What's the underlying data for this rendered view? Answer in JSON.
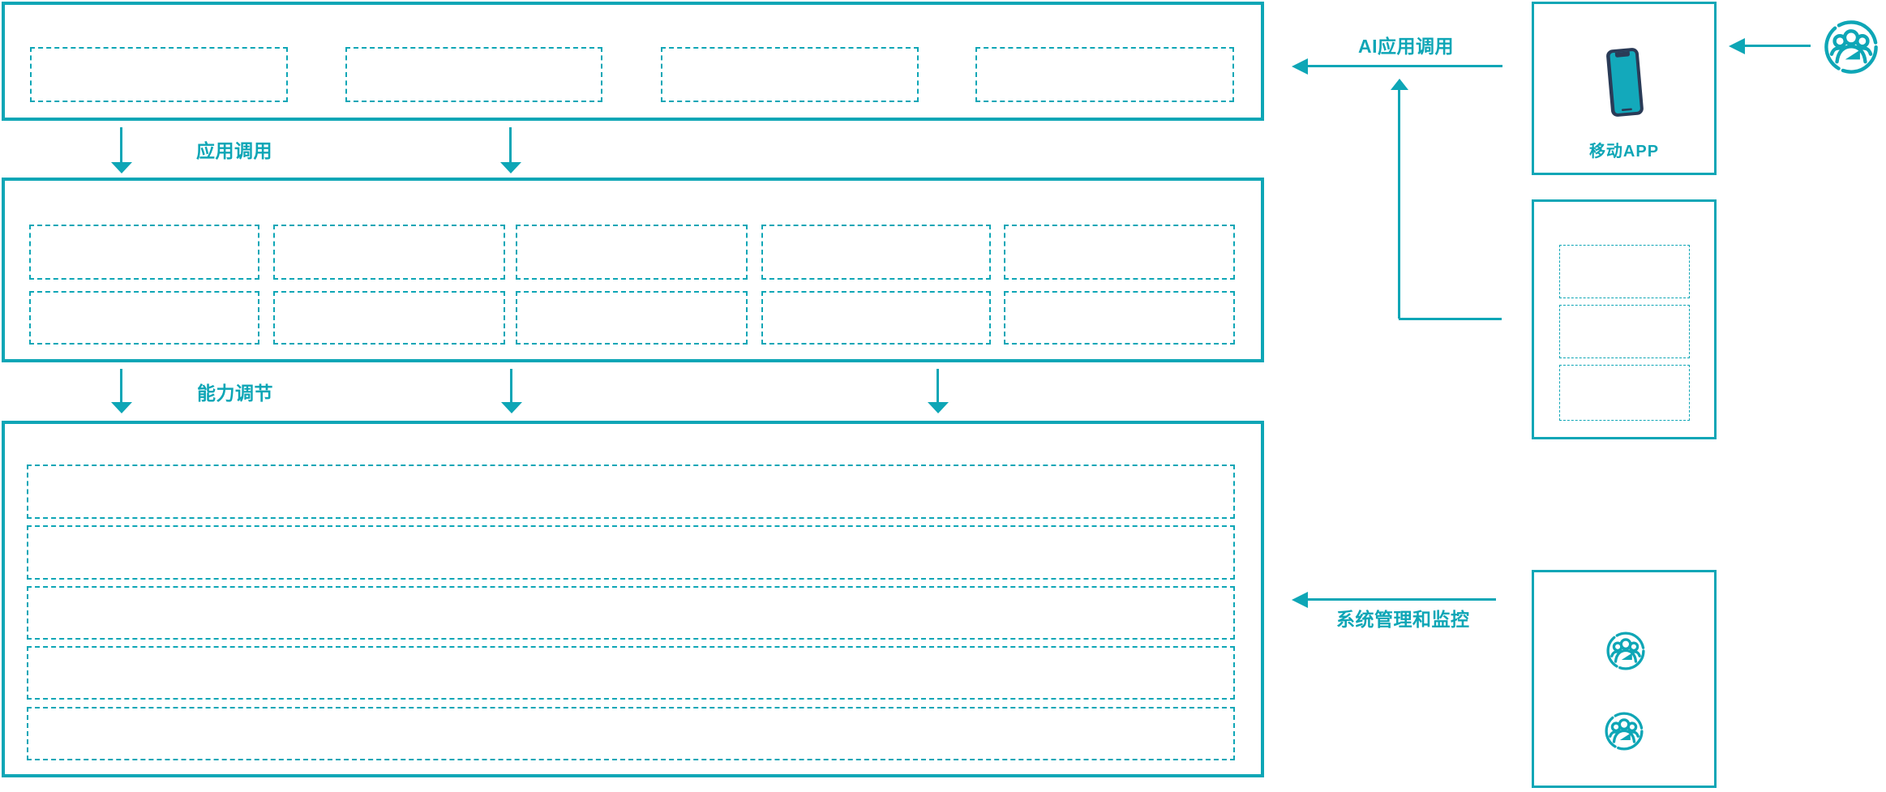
{
  "diagram": {
    "type": "architecture-diagram",
    "accent_color": "#0EA6B6",
    "background": "#FFFFFF"
  },
  "labels": {
    "app_call": "应用调用",
    "capability_adjust": "能力调节",
    "ai_app_call": "AI应用调用",
    "system_monitor": "系统管理和监控",
    "mobile_app": "移动APP"
  },
  "layers": {
    "top_layer": {
      "empty_slots": 4
    },
    "middle_layer": {
      "rows": 2,
      "cols": 5,
      "empty_slots": 10
    },
    "bottom_layer": {
      "empty_rows": 5
    }
  },
  "right_panel": {
    "mobile_app_card": {
      "icon": "mobile-phone-icon"
    },
    "config_card": {
      "empty_slots": 3
    },
    "admin_card": {
      "icon": "users-group-icon",
      "user_icon_count": 2
    },
    "external_user_icon": "users-group-icon"
  },
  "arrows": {
    "top_down_arrows": 2,
    "middle_down_arrows": 3,
    "ai_call_arrow_direction": "left",
    "system_monitor_arrow_direction": "left",
    "user_to_app_arrow_direction": "left",
    "config_to_ai_arrow_direction": "up"
  },
  "icons": {
    "mobile_phone": {
      "body_color": "#2A3B57",
      "screen_color": "#13A9BB"
    },
    "users_group": {
      "color": "#0EA6B6"
    }
  }
}
